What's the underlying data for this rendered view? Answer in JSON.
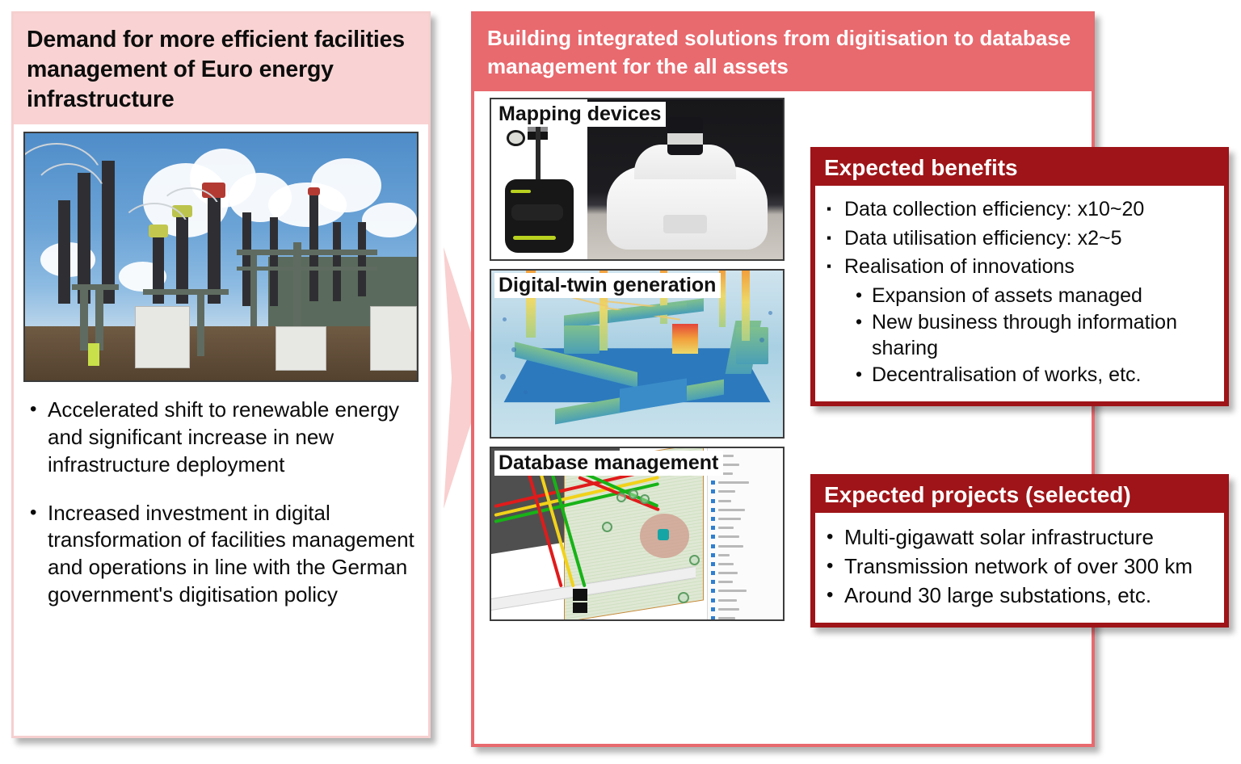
{
  "colors": {
    "left_header_bg": "#f9d3d3",
    "left_border": "#f6cfcf",
    "mid_header_bg": "#e8696e",
    "mid_border": "#e8696e",
    "red_box_bg": "#9e1418",
    "arrow_fill": "#f9cfcf",
    "text": "#0b0b0b"
  },
  "left_panel": {
    "title": "Demand for more efficient facilities management of Euro energy infrastructure",
    "photo_name": "electrical-substation-photo",
    "bullets": [
      "Accelerated shift to renewable energy and significant increase in new infrastructure deployment",
      "Increased investment in digital transformation of facilities management and operations in line with the German government's digitisation policy"
    ],
    "bullet_marker": "•"
  },
  "arrow": {
    "name": "flow-arrow-right",
    "direction": "right"
  },
  "mid_panel": {
    "title": "Building integrated solutions from digitisation to database management for the all assets",
    "cards": [
      {
        "label": "Mapping devices",
        "image_name": "mapping-devices-photo"
      },
      {
        "label": "Digital-twin generation",
        "image_name": "point-cloud-digital-twin-image"
      },
      {
        "label": "Database management",
        "image_name": "gis-database-screenshot"
      }
    ]
  },
  "benefits_box": {
    "title": "Expected benefits",
    "square_marker": "▪",
    "dot_marker": "•",
    "items": [
      "Data collection efficiency: x10~20",
      "Data utilisation efficiency: x2~5",
      "Realisation of innovations"
    ],
    "subitems": [
      "Expansion of assets managed",
      "New business through information sharing",
      "Decentralisation of works, etc."
    ]
  },
  "projects_box": {
    "title": "Expected projects (selected)",
    "dot_marker": "•",
    "items": [
      "Multi-gigawatt solar infrastructure",
      "Transmission network of over 300 km",
      "Around 30 large substations, etc."
    ]
  },
  "gis_layers": [
    {
      "w": 22
    },
    {
      "w": 30
    },
    {
      "w": 20
    },
    {
      "w": 44
    },
    {
      "w": 24
    },
    {
      "w": 18
    },
    {
      "w": 38
    },
    {
      "w": 32
    },
    {
      "w": 22
    },
    {
      "w": 30
    },
    {
      "w": 36
    },
    {
      "w": 16
    },
    {
      "w": 22
    },
    {
      "w": 28
    },
    {
      "w": 20
    },
    {
      "w": 40
    },
    {
      "w": 26
    },
    {
      "w": 30
    },
    {
      "w": 24
    },
    {
      "w": 34
    },
    {
      "w": 20
    },
    {
      "w": 26
    },
    {
      "w": 18
    },
    {
      "w": 22
    }
  ]
}
